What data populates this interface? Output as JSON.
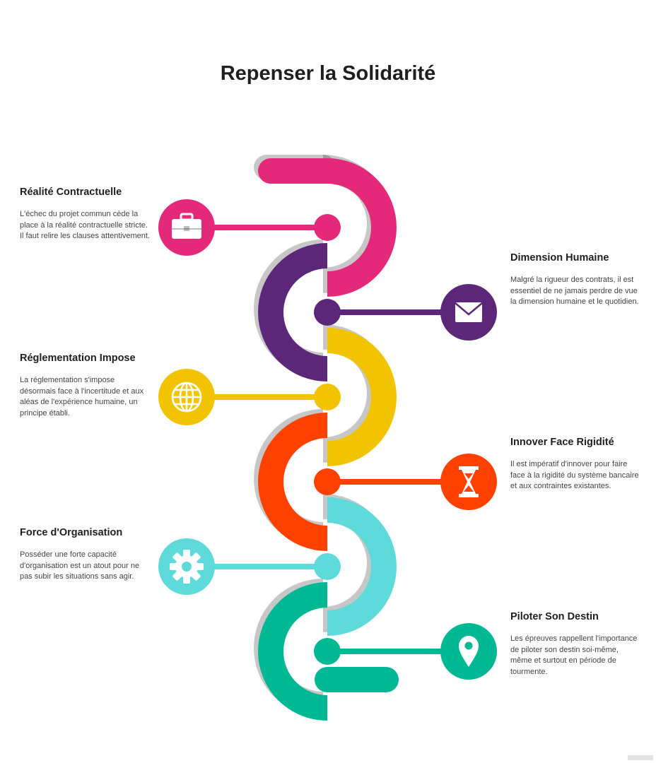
{
  "title": "Repenser la Solidarité",
  "steps": [
    {
      "title": "Réalité Contractuelle",
      "text": "L'échec du projet commun cède la place à la réalité contractuelle stricte. Il faut relire les clauses attentivement.",
      "color": "#E5297A",
      "icon": "briefcase-icon"
    },
    {
      "title": "Dimension Humaine",
      "text": "Malgré la rigueur des contrats, il est essentiel de ne jamais perdre de vue la dimension humaine et le quotidien.",
      "color": "#5C2778",
      "icon": "envelope-icon"
    },
    {
      "title": "Réglementation Impose",
      "text": "La réglementation s'impose désormais face à l'incertitude et aux aléas de l'expérience humaine, un principe établi.",
      "color": "#F2C400",
      "icon": "globe-icon"
    },
    {
      "title": "Innover Face Rigidité",
      "text": "Il est impératif d'innover pour faire face à la rigidité du système bancaire et aux contraintes existantes.",
      "color": "#FF4100",
      "icon": "hourglass-icon"
    },
    {
      "title": "Force d'Organisation",
      "text": "Posséder une forte capacité d'organisation est un atout pour ne pas subir les situations sans agir.",
      "color": "#5FDADB",
      "icon": "gear-icon"
    },
    {
      "title": "Piloter Son Destin",
      "text": "Les épreuves rappellent l'importance de piloter son destin soi-même, même et surtout en période de tourmente.",
      "color": "#00B894",
      "icon": "location-pin-icon"
    }
  ]
}
